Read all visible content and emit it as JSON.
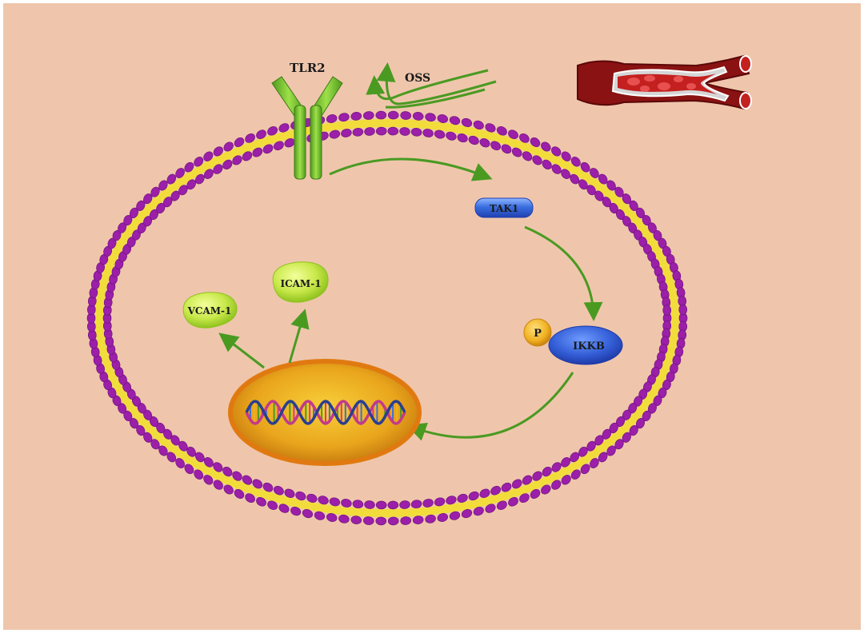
{
  "labels": {
    "receptor": "TLR2",
    "stimulus": "OSS",
    "kinase": "TAK1",
    "phospho": "P",
    "ikk": "IKKB",
    "vcam": "VCAM-1",
    "icam": "ICAM-1"
  },
  "colors": {
    "background": "#efc6ac",
    "membrane_head": "#9b1fa8",
    "membrane_tail": "#f2dc3c",
    "arrow": "#4a9a22",
    "receptor": "#6fbe2c",
    "kinase": "#3a6fe0",
    "phospho": "#f0b020",
    "adhesion": "#c8e84a",
    "nucleus": "#e8a21c",
    "vessel": "#a01818"
  },
  "icons": {
    "receptor": "tlr2-receptor-icon",
    "vessel": "blood-vessel-icon",
    "dna": "dna-helix-icon"
  }
}
